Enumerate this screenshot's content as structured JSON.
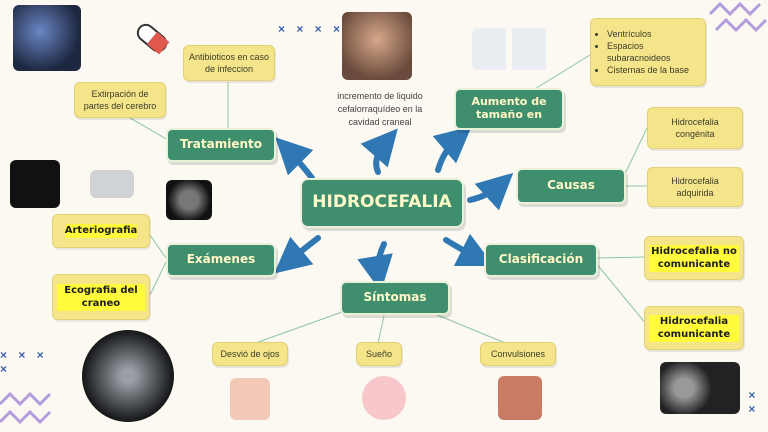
{
  "central": "HIDROCEFALIA",
  "branches": {
    "tratamiento": "Tratamiento",
    "examenes": "Exámenes",
    "sintomas": "Síntomas",
    "clasificacion": "Clasificación",
    "causas": "Causas",
    "aumento": "Aumento de tamaño en"
  },
  "tratamiento_items": [
    "Extirpación de partes del cerebro",
    "Antibioticos en caso de infeccion"
  ],
  "incremento_text": "incremento de liquido cefalorraquídeo en la cavidad craneal",
  "aumento_items": [
    "Ventrículos",
    "Espacios subaracnoideos",
    "Cisternas de la base"
  ],
  "causas_items": [
    "Hidrocefalia congénita",
    "Hidrocefalia adquirida"
  ],
  "clasificacion_items": [
    "Hidrocefalia no comunicante",
    "Hidrocefalia comunicante"
  ],
  "examenes_items": [
    "Arteriografia",
    "Ecografia del craneo"
  ],
  "sintomas_items": [
    "Desvió de ojos",
    "Sueño",
    "Convulsiones"
  ],
  "decor_marks": "× × × ×",
  "colors": {
    "background": "#fbf9f1",
    "branch": "#3f8f6e",
    "branch_text": "#fff8c8",
    "leaf": "#f5e58a",
    "arrow": "#2f78b4",
    "line": "#8fc5a4",
    "zigzag": "#b39ddb"
  }
}
